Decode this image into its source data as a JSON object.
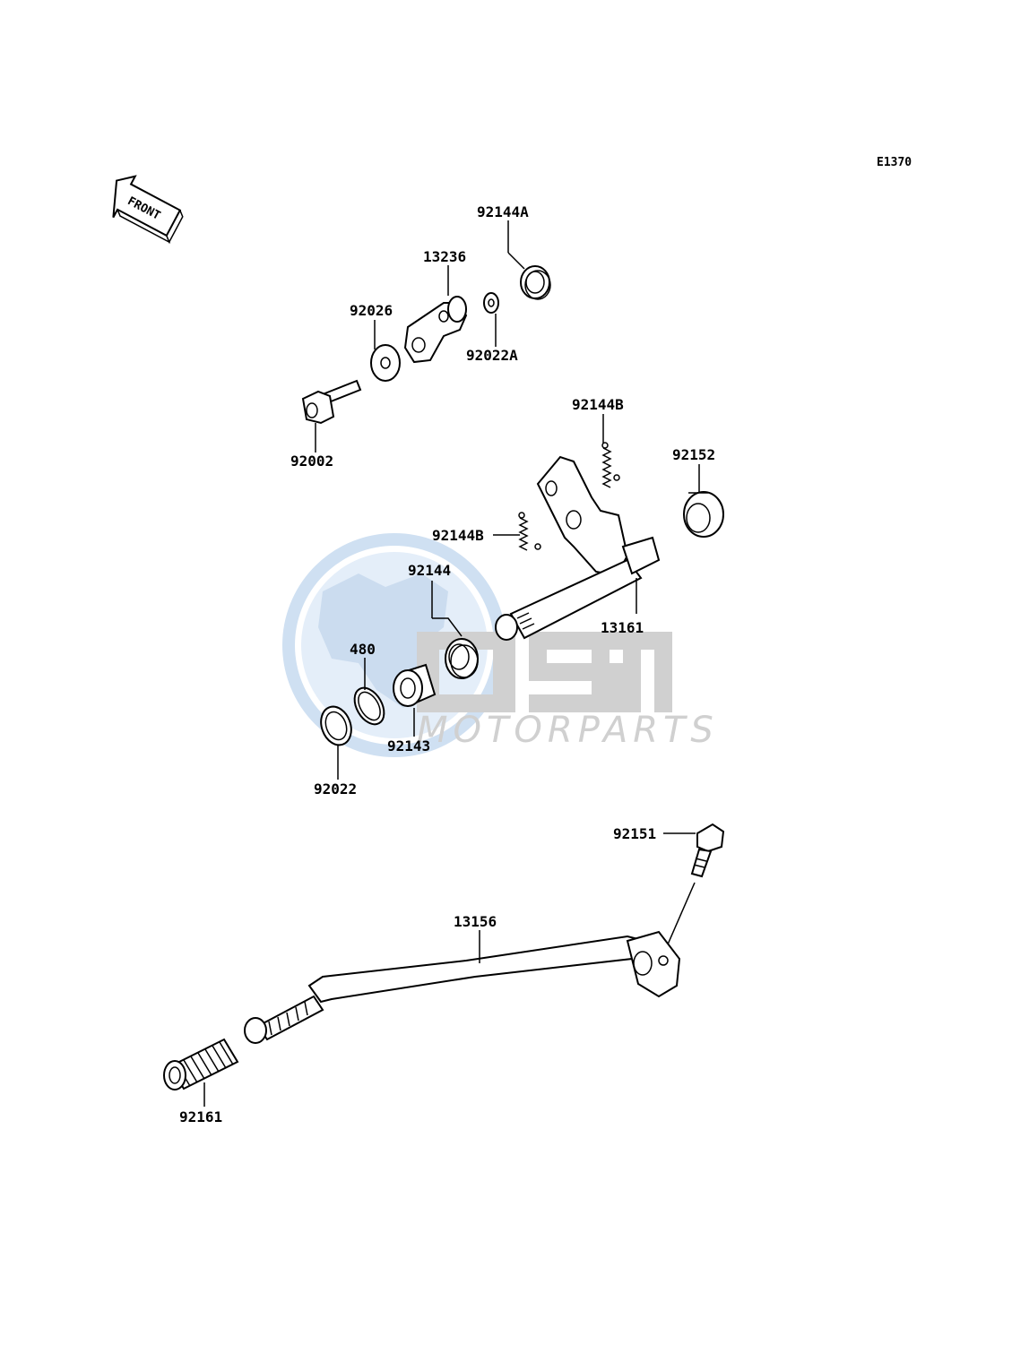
{
  "diagram_code": "E1370",
  "front_arrow_text": "FRONT",
  "watermark": {
    "brand": "OSM",
    "subtitle": "MOTORPARTS",
    "globe_color": "#d7e6f5",
    "text_color": "#d8d8d8"
  },
  "parts": {
    "p92144A": "92144A",
    "p13236": "13236",
    "p92026": "92026",
    "p92022A": "92022A",
    "p92002": "92002",
    "p92144B_top": "92144B",
    "p92152": "92152",
    "p92144B_mid": "92144B",
    "p92144": "92144",
    "p13161": "13161",
    "p480": "480",
    "p92143": "92143",
    "p92022": "92022",
    "p92151": "92151",
    "p13156": "13156",
    "p92161": "92161"
  }
}
